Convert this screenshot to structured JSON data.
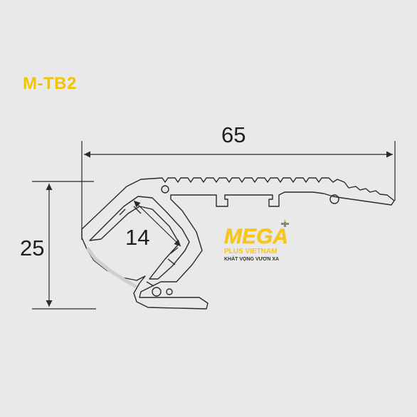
{
  "product": {
    "code": "M-TB2"
  },
  "dimensions": {
    "width": "65",
    "height": "25",
    "diffuser": "14"
  },
  "brand": {
    "name": "MEGA",
    "line": "PLUS VIETNAM",
    "slogan": "KHÁT VỌNG VƯƠN XA"
  },
  "colors": {
    "background": "#e9e9e9",
    "title": "#f5c400",
    "line": "#2a2a2a",
    "diffuser": "#cfcfcf",
    "logo_yellow": "#f7c51b",
    "logo_dark": "#333333"
  }
}
